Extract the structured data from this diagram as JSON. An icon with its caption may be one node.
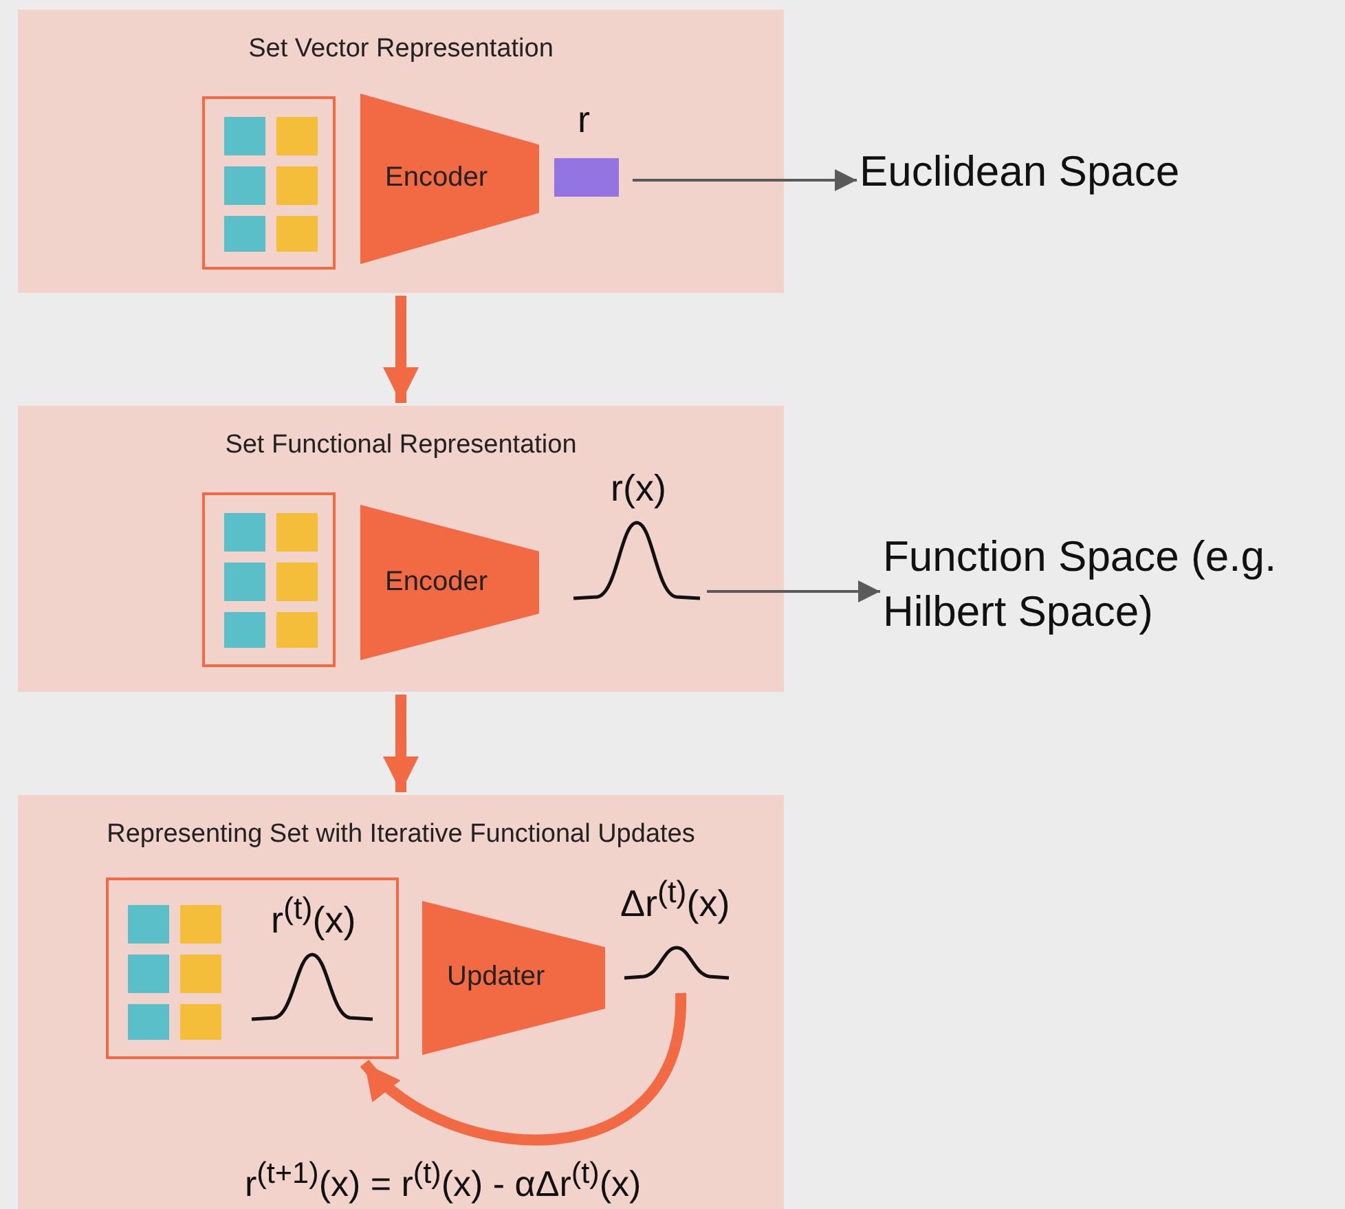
{
  "diagram": {
    "nodes": [
      {
        "text": [
          "Set Vector Representation"
        ]
      },
      {
        "text": [],
        "shape": "box",
        "in": 0
      },
      {
        "text": [
          "Encoder"
        ],
        "in": 0
      },
      {
        "text": [
          "r"
        ],
        "in": 0
      },
      {
        "text": [
          "Euclidean Space"
        ]
      },
      {
        "text": [
          "Set Functional Representation"
        ]
      },
      {
        "text": [],
        "shape": "box",
        "in": 5
      },
      {
        "text": [
          "Encoder"
        ],
        "in": 5
      },
      {
        "text": [
          "r(x)"
        ],
        "in": 5
      },
      {
        "text": [
          "Function Space (e.g. Hilbert Space)"
        ]
      },
      {
        "text": [
          "Representing Set with Iterative Functional Updates"
        ]
      },
      {
        "text": [
          "r$^{(t)}$(x)"
        ],
        "in": 10
      },
      {
        "text": [
          "Updater"
        ],
        "in": 10
      },
      {
        "text": [
          "Δr$^{(t)}$(x)"
        ],
        "in": 10
      }
    ],
    "edges": [
      {
        "from": 3,
        "to": 4,
        "arrow": "to",
        "color": "#5a5a5a"
      },
      {
        "from": 0,
        "to": 5,
        "arrow": "to"
      },
      {
        "from": 8,
        "to": 9,
        "arrow": "to",
        "color": "#5a5a5a"
      },
      {
        "from": 5,
        "to": 10,
        "arrow": "to"
      },
      {
        "from": 13,
        "to": 11,
        "arrow": "to"
      }
    ],
    "labels": [
      "r$^{(t+1)}$(x) = r$^{(t)}$(x) - αΔr$^{(t)}$(x)"
    ]
  }
}
